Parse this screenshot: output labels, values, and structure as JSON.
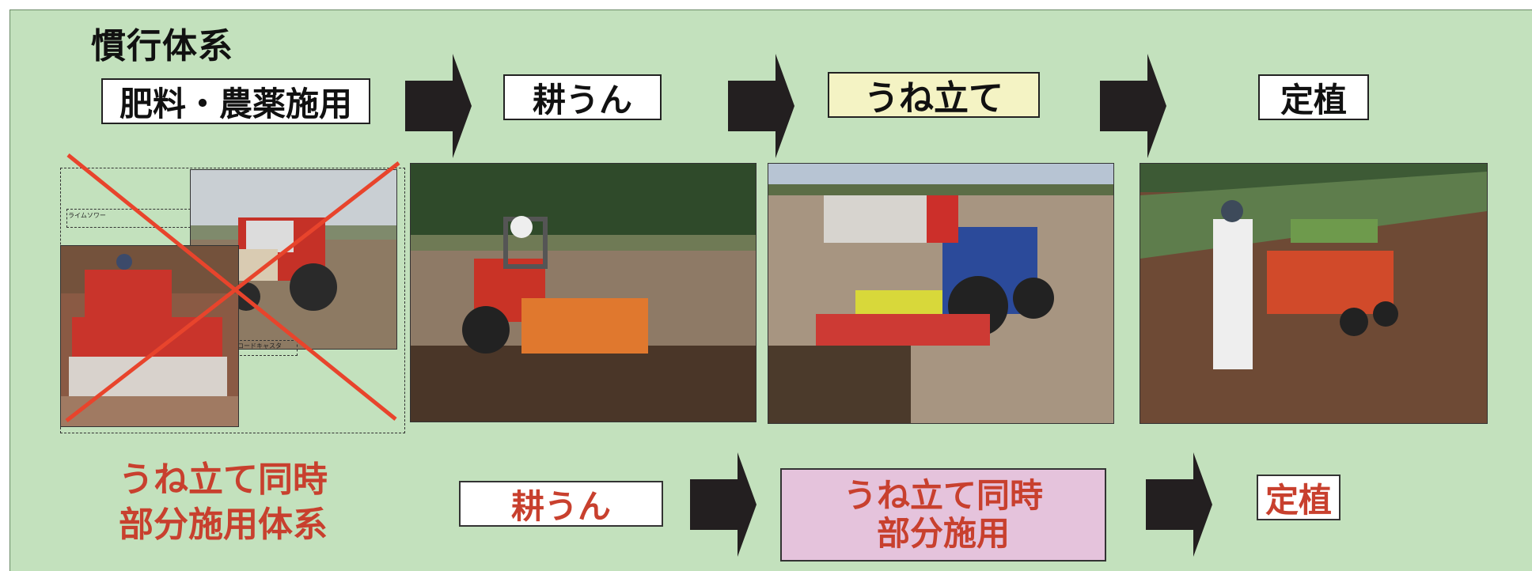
{
  "conventional": {
    "title": "慣行体系",
    "steps": [
      "肥料・農薬施用",
      "耕うん",
      "うね立て",
      "定植"
    ]
  },
  "new_system": {
    "title_line1": "うね立て同時",
    "title_line2": "部分施用体系",
    "steps": [
      "耕うん",
      "うね立て同時",
      "部分施用",
      "定植"
    ]
  },
  "photo_tags": [
    "ライムソワー",
    "ブロードキャスタ"
  ],
  "colors": {
    "background": "#c3e1bd",
    "red_text": "#c8402e",
    "ridging_box": "#f4f3c4",
    "partial_box": "#e5c3dc",
    "cross": "#e8442c"
  }
}
